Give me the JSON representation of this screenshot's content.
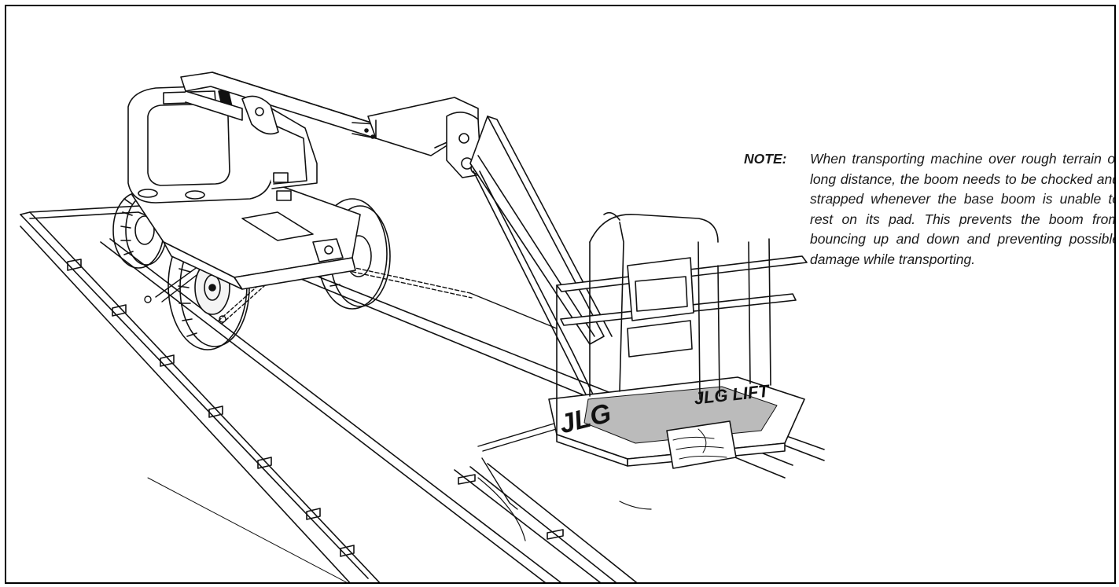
{
  "note": {
    "label": "NOTE:",
    "text": "When transporting machine over rough terrain or long distance, the boom needs to be chocked and strapped whenever the base boom is unable to rest on its pad. This prevents the boom from bouncing up and down and preventing possible damage while transporting."
  },
  "illustration": {
    "platform_logo_left": "JLG",
    "platform_logo_right": "JLG LIFT"
  }
}
